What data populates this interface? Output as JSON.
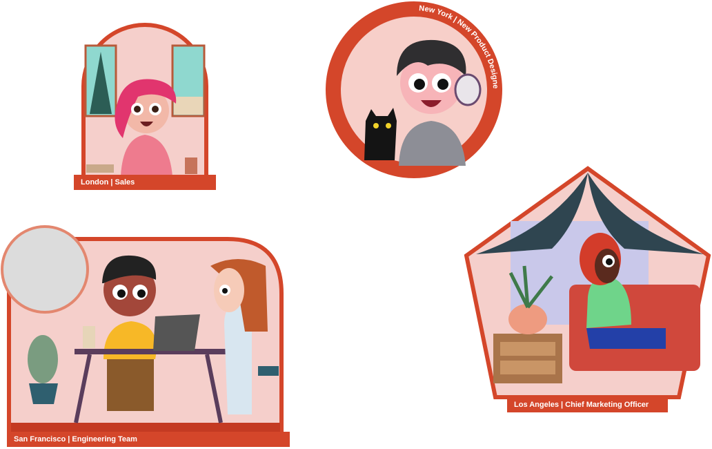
{
  "locations": [
    {
      "label": "London | Sales"
    },
    {
      "label": "New York | New Product Designer"
    },
    {
      "label": "San Francisco | Engineering Team"
    },
    {
      "label": "Los Angeles | Chief Marketing Officer"
    }
  ],
  "colors": {
    "frame": "#d4462a",
    "interior": "#f5cfcb",
    "curtain": "#2f4550"
  }
}
